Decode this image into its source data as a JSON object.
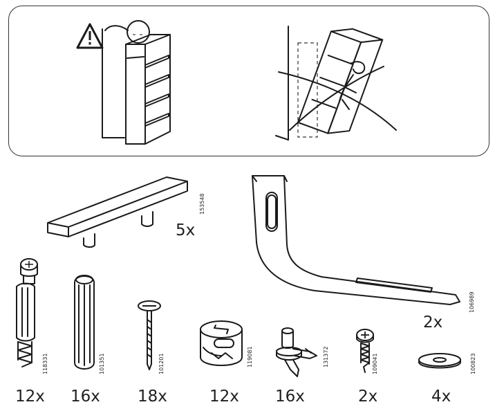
{
  "warning_panel": {
    "icons": [
      "warning-triangle-icon",
      "bookcase-anchored-icon",
      "bookcase-tipping-crossed-icon"
    ]
  },
  "parts": [
    {
      "key": "shelf_support_bar",
      "code": "153548",
      "qty": "5x",
      "icon": "bar-support-icon"
    },
    {
      "key": "wall_bracket",
      "code": "106989",
      "qty": "2x",
      "icon": "l-bracket-icon"
    },
    {
      "key": "cam_bolt",
      "code": "118331",
      "qty": "12x",
      "icon": "cam-bolt-icon"
    },
    {
      "key": "wooden_dowel",
      "code": "101351",
      "qty": "16x",
      "icon": "dowel-icon"
    },
    {
      "key": "nail",
      "code": "101201",
      "qty": "18x",
      "icon": "nail-icon"
    },
    {
      "key": "cam_lock",
      "code": "119081",
      "qty": "12x",
      "icon": "cam-lock-icon"
    },
    {
      "key": "shelf_pin",
      "code": "131372",
      "qty": "16x",
      "icon": "shelf-pin-icon"
    },
    {
      "key": "screw",
      "code": "109041",
      "qty": "2x",
      "icon": "screw-icon"
    },
    {
      "key": "washer",
      "code": "100823",
      "qty": "4x",
      "icon": "washer-icon"
    }
  ]
}
